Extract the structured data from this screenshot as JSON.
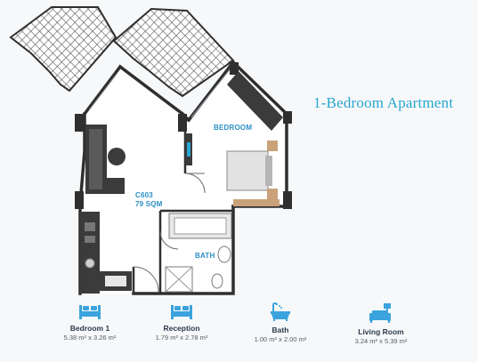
{
  "title": "1-Bedroom Apartment",
  "plan": {
    "unit_code": "C603",
    "unit_area": "79 SQM",
    "bedroom_label": "BEDROOM",
    "bath_label": "BATH"
  },
  "rooms": [
    {
      "name": "Bedroom 1",
      "dims": "5.38 m² x 3.26 m²",
      "icon": "bed-icon"
    },
    {
      "name": "Reception",
      "dims": "1.79 m² x 2.78 m²",
      "icon": "bed-icon"
    },
    {
      "name": "Bath",
      "dims": "1.00 m² x 2.00 m²",
      "icon": "bathtub-icon"
    },
    {
      "name": "Living Room",
      "dims": "3.24 m² x 5.39 m²",
      "icon": "sofa-icon"
    }
  ],
  "colors": {
    "accent": "#2aa6cf",
    "icon": "#3aa3dd",
    "wall": "#2f2f2f",
    "wood": "#c9a27a"
  }
}
